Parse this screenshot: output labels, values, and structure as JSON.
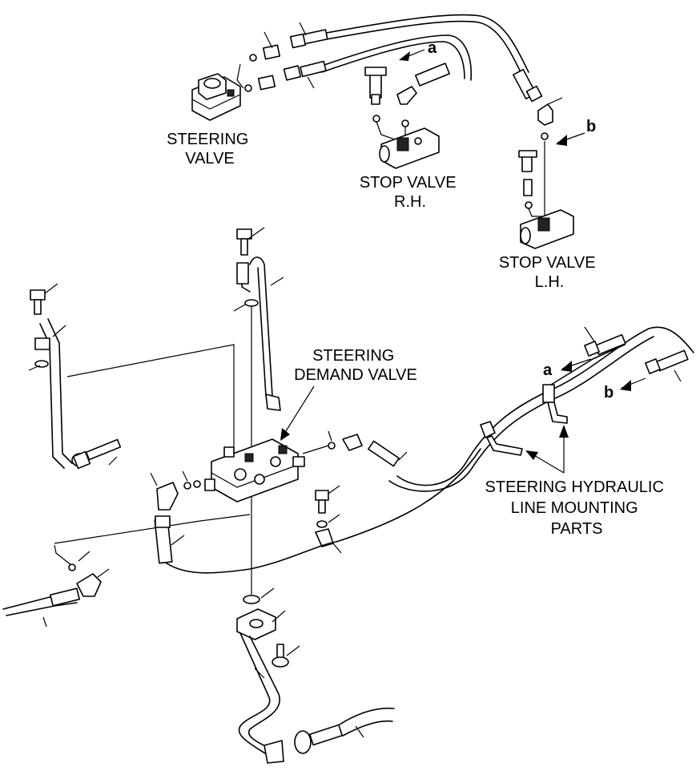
{
  "labels": {
    "steering_valve": [
      "STEERING",
      "VALVE"
    ],
    "stop_valve_rh": [
      "STOP VALVE",
      "R.H."
    ],
    "stop_valve_lh": [
      "STOP VALVE",
      "L.H."
    ],
    "steering_demand_valve": [
      "STEERING",
      "DEMAND VALVE"
    ],
    "mounting_parts": [
      "STEERING HYDRAULIC",
      "LINE MOUNTING",
      "PARTS"
    ]
  },
  "connection_refs": {
    "a_upper": "a",
    "b_upper": "b",
    "a_lower": "a",
    "b_lower": "b"
  },
  "colors": {
    "line": "#000000",
    "background": "#ffffff"
  }
}
